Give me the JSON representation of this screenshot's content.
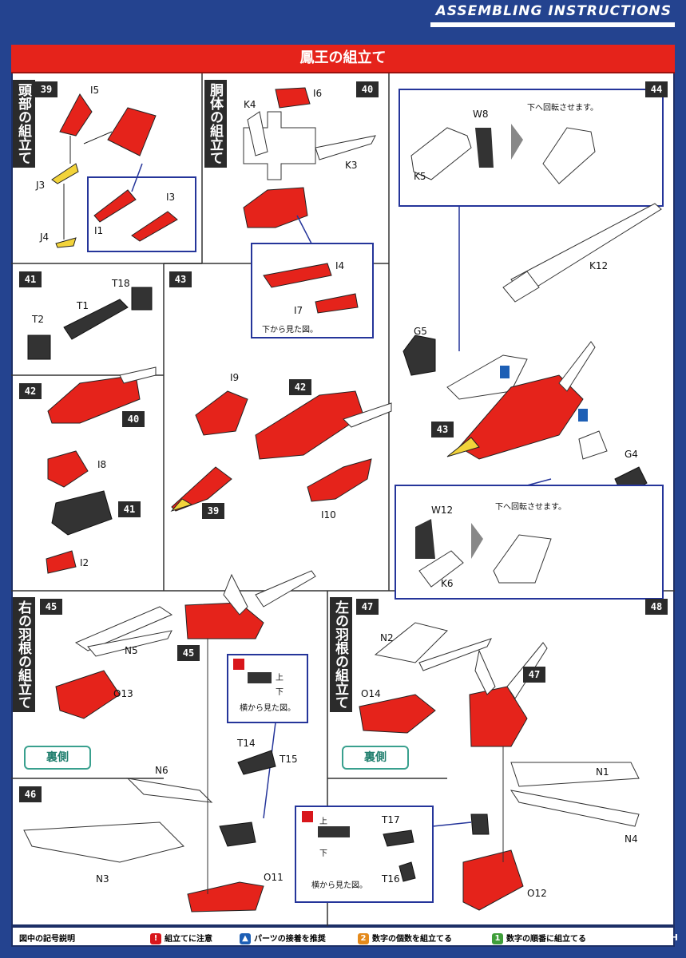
{
  "header": {
    "title": "ASSEMBLING INSTRUCTIONS"
  },
  "section_title": "鳳王の組立て",
  "vertical_titles": {
    "head": "頭部の組立て",
    "body": "胴体の組立て",
    "right_wing": "右の羽根の組立て",
    "left_wing": "左の羽根の組立て"
  },
  "steps": [
    "39",
    "40",
    "41",
    "42",
    "43",
    "44",
    "45",
    "46",
    "47",
    "48"
  ],
  "sub_refs": {
    "s42_in_43": "42",
    "s39_in_43": "39",
    "s40_in_42": "40",
    "s41_in_42": "41",
    "s43_in_44": "43",
    "s45_in_46": "45",
    "s47_in_48": "47"
  },
  "parts": {
    "i15": "I5",
    "j3": "J3",
    "j4": "J4",
    "i1": "I1",
    "i3": "I3",
    "k4": "K4",
    "i6": "I6",
    "k3": "K3",
    "i4": "I4",
    "i7": "I7",
    "t18": "T18",
    "t1": "T1",
    "t2": "T2",
    "i8": "I8",
    "i2": "I2",
    "i9": "I9",
    "i10": "I10",
    "w8": "W8",
    "k5": "K5",
    "k12": "K12",
    "g5": "G5",
    "g4": "G4",
    "w12": "W12",
    "k6": "K6",
    "n5": "N5",
    "o13": "O13",
    "n6": "N6",
    "n3": "N3",
    "o11": "O11",
    "t14": "T14",
    "t15": "T15",
    "n2": "N2",
    "o14": "O14",
    "n1": "N1",
    "n4": "N4",
    "o12": "O12",
    "t17": "T17",
    "t16": "T16"
  },
  "notes": {
    "bottom_view": "下から見た図。",
    "rotate_down_1": "下へ回転させます。",
    "rotate_down_2": "下へ回転させます。",
    "up": "上",
    "down": "下",
    "side_view": "横から見た図。",
    "up2": "上",
    "down2": "下",
    "side_view2": "横から見た図。"
  },
  "back_side_labels": {
    "right": "裏側",
    "left": "裏側"
  },
  "footer": {
    "title": "図中の記号説明",
    "items": [
      {
        "icon": "exclamation-icon",
        "text": "組立てに注意",
        "color": "#d8161b"
      },
      {
        "icon": "glue-icon",
        "text": "パーツの接着を推奨",
        "color": "#1d5fb5"
      },
      {
        "icon": "count-icon",
        "text": "数字の個数を組立てる",
        "color": "#e48a1c"
      },
      {
        "icon": "order-icon",
        "text": "数字の順番に組立てる",
        "color": "#3f9e3a"
      }
    ]
  },
  "watermark": "HOBBY SEARCH",
  "colors": {
    "red": "#e5231b",
    "navy": "#24438f",
    "black": "#2b2b2b",
    "yellow": "#f2d33a"
  }
}
